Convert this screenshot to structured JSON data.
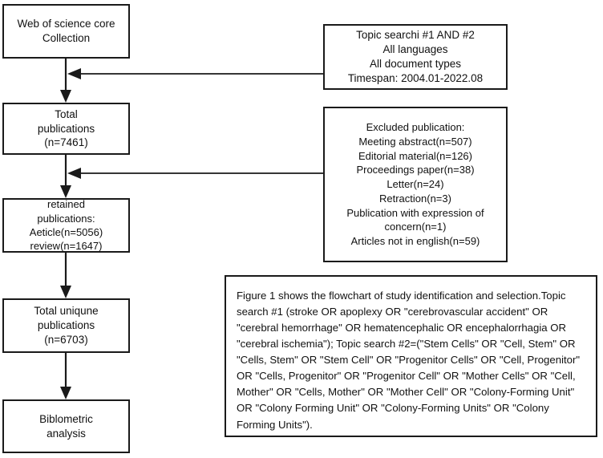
{
  "diagram": {
    "title": "Study identification and selection flowchart",
    "stroke_color": "#1a1a1a",
    "background_color": "#ffffff",
    "nodes": {
      "source": "Web of science core\nCollection",
      "total_publications": "Total\npublications\n(n=7461)",
      "retained_publications": "retained\npublications:\nAeticle(n=5056)\nreview(n=1647)",
      "total_unique": "Total uniqune\npublications\n(n=6703)",
      "bibliometric": "Biblometric\nanalysis",
      "query": "Topic searchi #1 AND #2\nAll languages\nAll document types\nTimespan: 2004.01-2022.08",
      "excluded": "Excluded publication:\nMeeting abstract(n=507)\nEditorial material(n=126)\nProceedings paper(n=38)\nLetter(n=24)\nRetraction(n=3)\nPublication with expression of\nconcern(n=1)\nArticles not in english(n=59)"
    },
    "caption": "Figure 1 shows the flowchart of study identification and selection.Topic search #1  (stroke OR apoplexy OR \"cerebrovascular accident\" OR \"cerebral hemorrhage\" OR hematencephalic OR encephalorrhagia OR \"cerebral ischemia\");  Topic search #2=(\"Stem Cells\" OR \"Cell, Stem\" OR \"Cells, Stem\" OR \"Stem Cell\" OR \"Progenitor Cells\" OR \"Cell, Progenitor\" OR \"Cells, Progenitor\" OR \"Progenitor Cell\" OR \"Mother Cells\" OR \"Cell, Mother\" OR \"Cells, Mother\" OR \"Mother Cell\" OR \"Colony-Forming Unit\" OR \"Colony Forming Unit\" OR \"Colony-Forming Units\" OR \"Colony Forming Units\")."
  }
}
